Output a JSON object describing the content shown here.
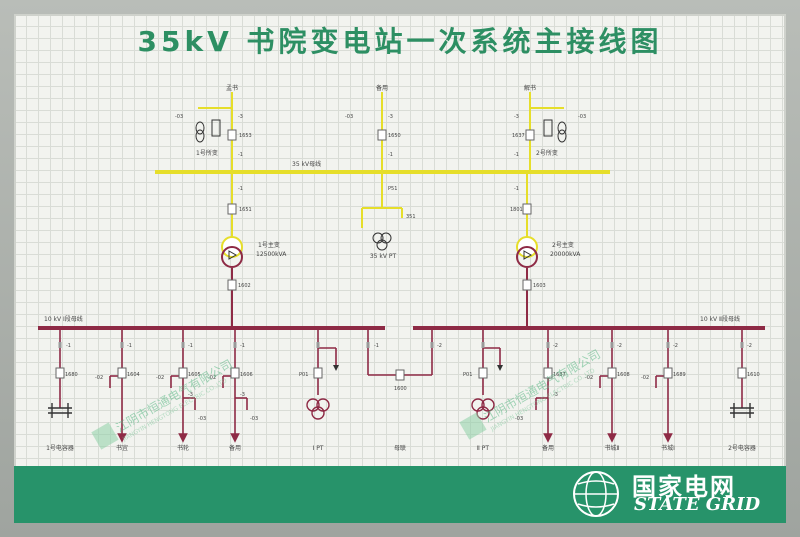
{
  "title": "35kV 书院变电站一次系统主接线图",
  "brand": {
    "cn": "国家电网",
    "en": "STATE GRID",
    "logo_icon": "state-grid-globe-icon"
  },
  "watermark": {
    "text_a": "江阴市恒通电气有限公司",
    "text_b": "JIANGYIN HENGTONG ELECTRIC CO.,LTD"
  },
  "colors": {
    "bus35": "#e6de2a",
    "bus10": "#8e2a45",
    "green": "#2d8f63",
    "band": "#27936a"
  },
  "top": {
    "left_line": "孟书",
    "mid_line": "备用",
    "right_line": "解书",
    "left_tx": "1号所变",
    "right_tx": "2号所变",
    "labels": {
      "d03": "-03",
      "d3": "-3",
      "d1": "-1",
      "b1653": "1653",
      "b1650": "1650",
      "b1637": "1637"
    }
  },
  "bus35_label": "35 kV母线",
  "main_tx": {
    "t1_name": "1号主变",
    "t1_cap": "12500kVA",
    "t2_name": "2号主变",
    "t2_cap": "20000kVA",
    "b1651": "1651",
    "b1801": "1801",
    "b1602": "1602",
    "b1603": "1603"
  },
  "pt35": {
    "name": "35 kV PT",
    "p51": "P51",
    "b351": "351"
  },
  "bus10": {
    "left": "10 kV Ⅰ段母线",
    "right": "10 kV Ⅱ段母线"
  },
  "feeders": {
    "f1": "1号电容器",
    "f2": "书宜",
    "f3": "书轮",
    "f4": "备用",
    "f5": "Ⅰ PT",
    "f6": "母联",
    "f7": "Ⅱ PT",
    "f8": "备用",
    "f9": "书城Ⅱ",
    "f10": "书城Ⅰ",
    "f11": "2号电容器"
  },
  "codes": {
    "c1680": "1680",
    "c1604": "1604",
    "c1605": "1605",
    "c1606": "1606",
    "c1600": "1600",
    "c1637": "1637",
    "c1608": "1608",
    "c1689": "1689",
    "c1610": "1610",
    "p01": "P01",
    "m1": "-1",
    "m2": "-2",
    "m3": "-3",
    "m02": "-02",
    "m03": "-03"
  }
}
